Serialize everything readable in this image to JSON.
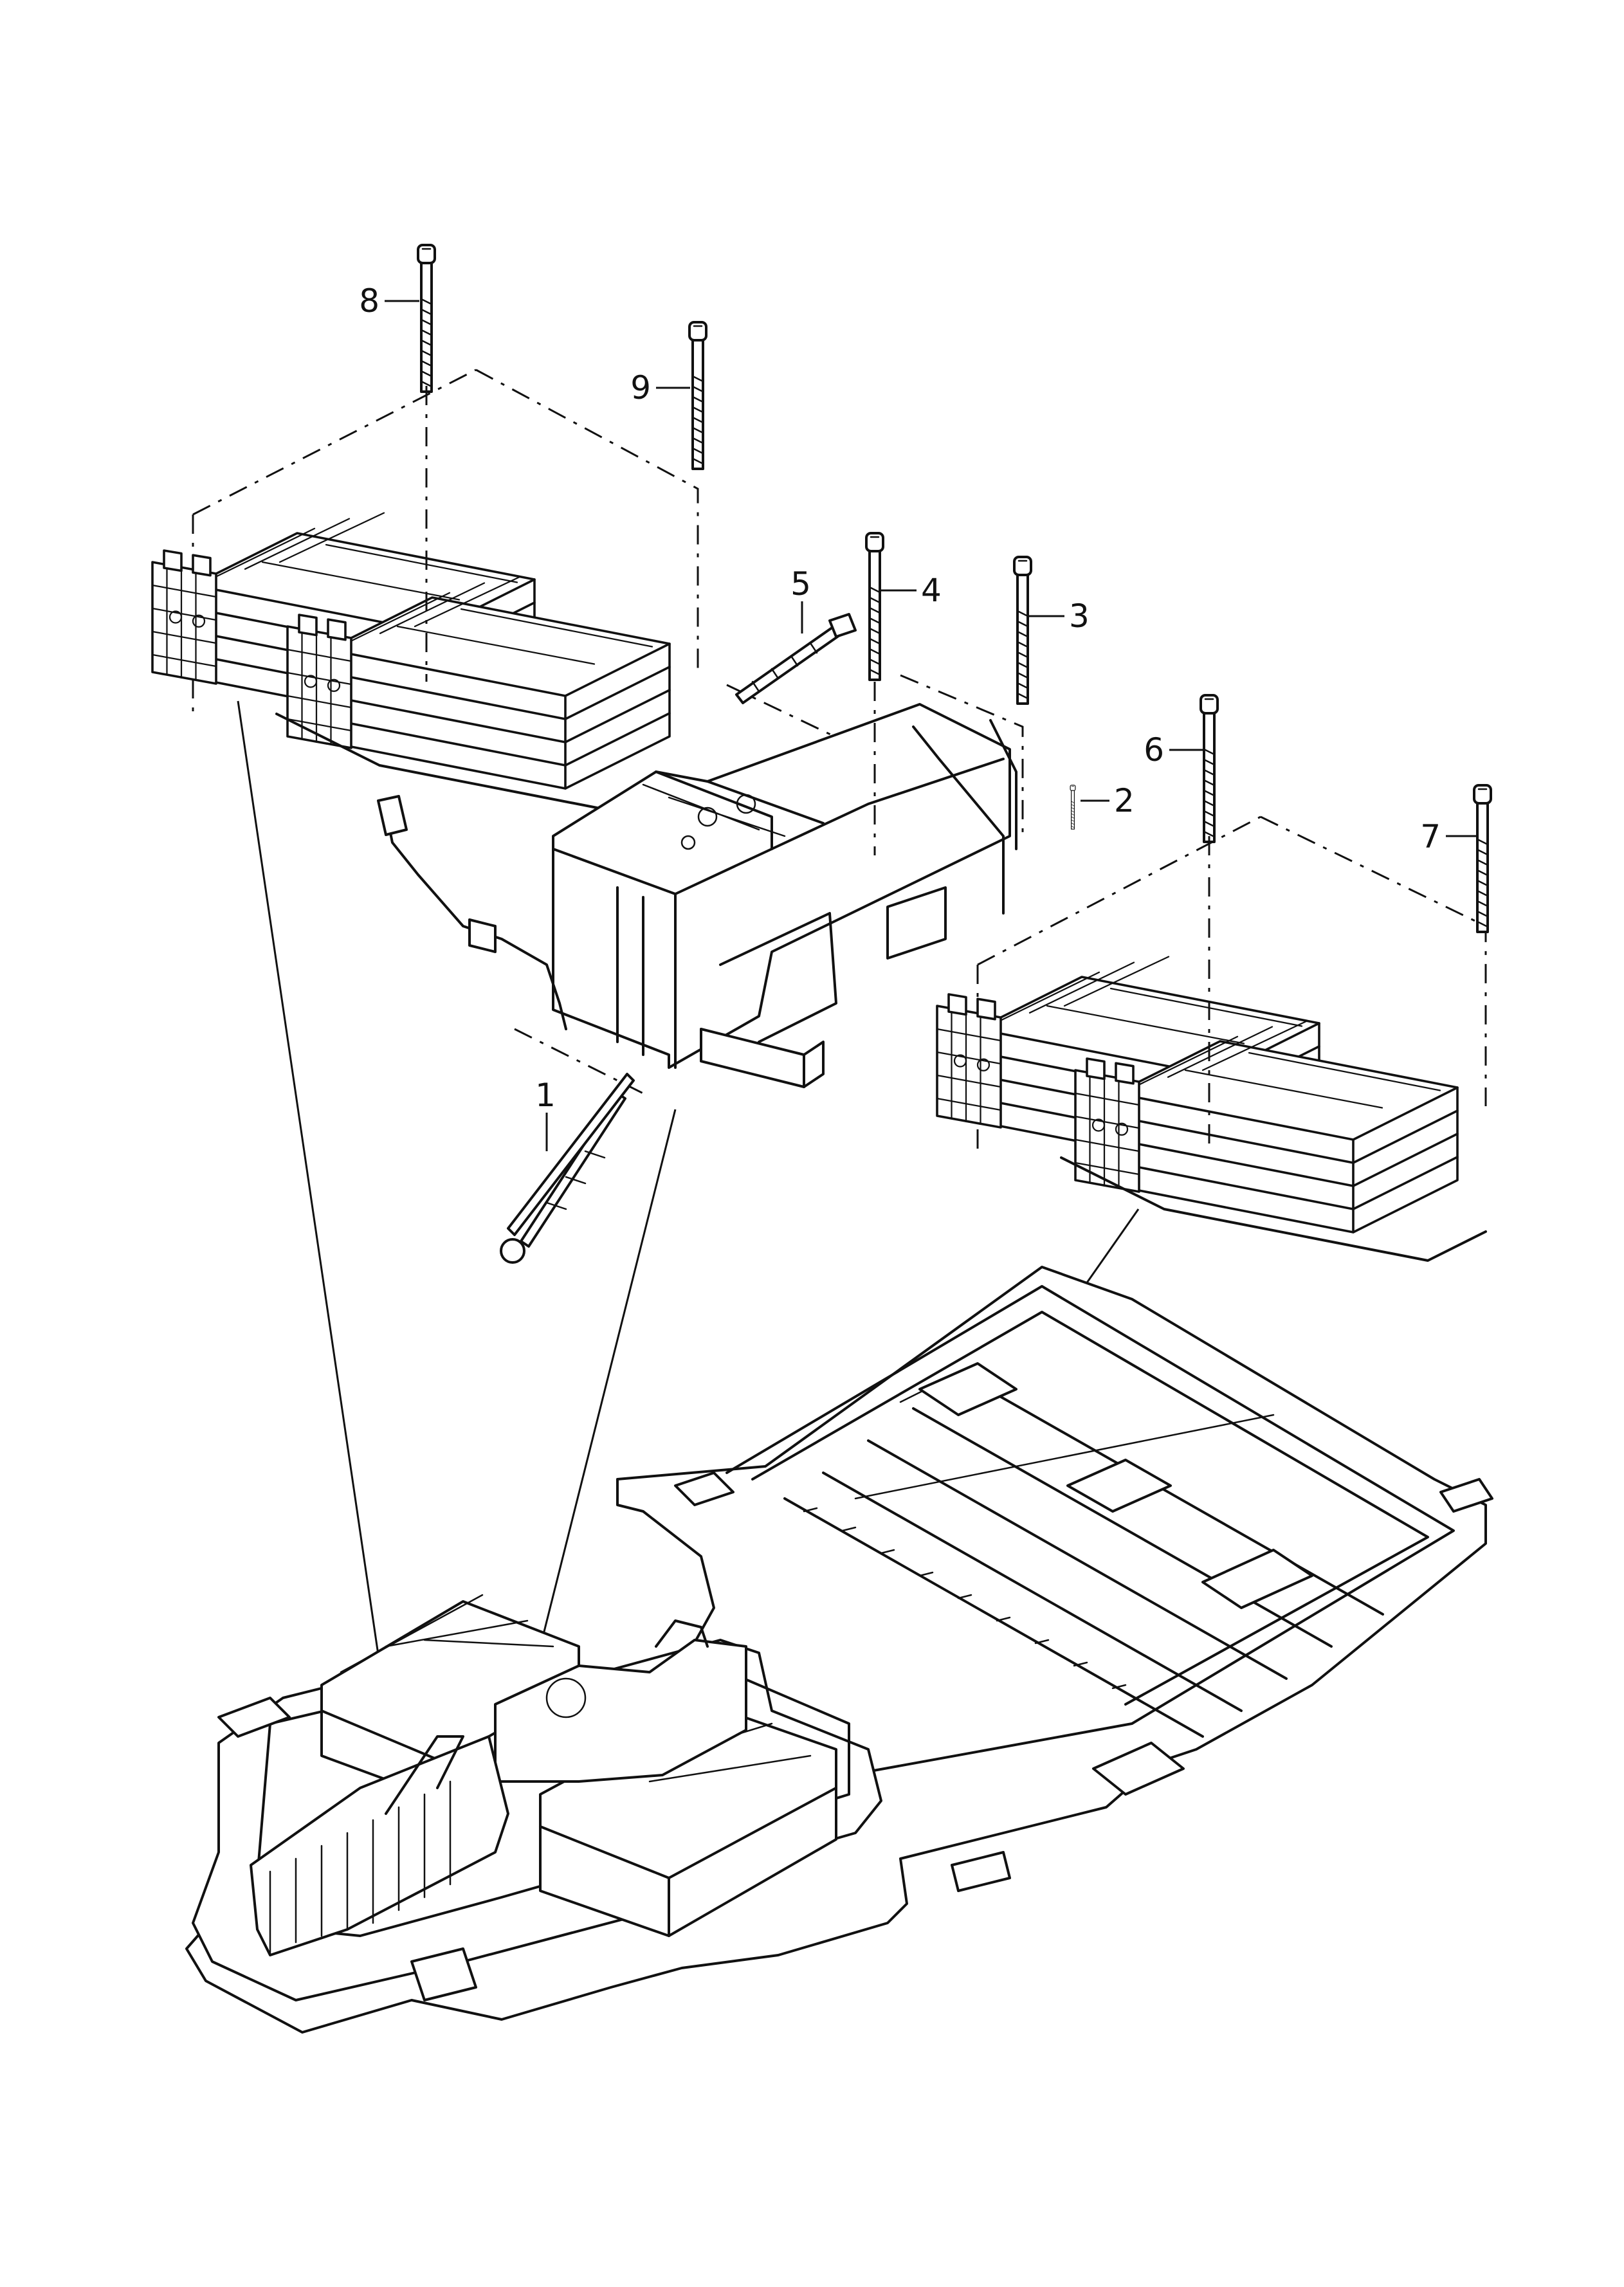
{
  "diagram": {
    "callouts": {
      "c1": "1",
      "c2": "2",
      "c3": "3",
      "c4": "4",
      "c5": "5",
      "c6": "6",
      "c7": "7",
      "c8": "8",
      "c9": "9"
    }
  },
  "colors": {
    "line": "#111111",
    "background": "#ffffff"
  }
}
